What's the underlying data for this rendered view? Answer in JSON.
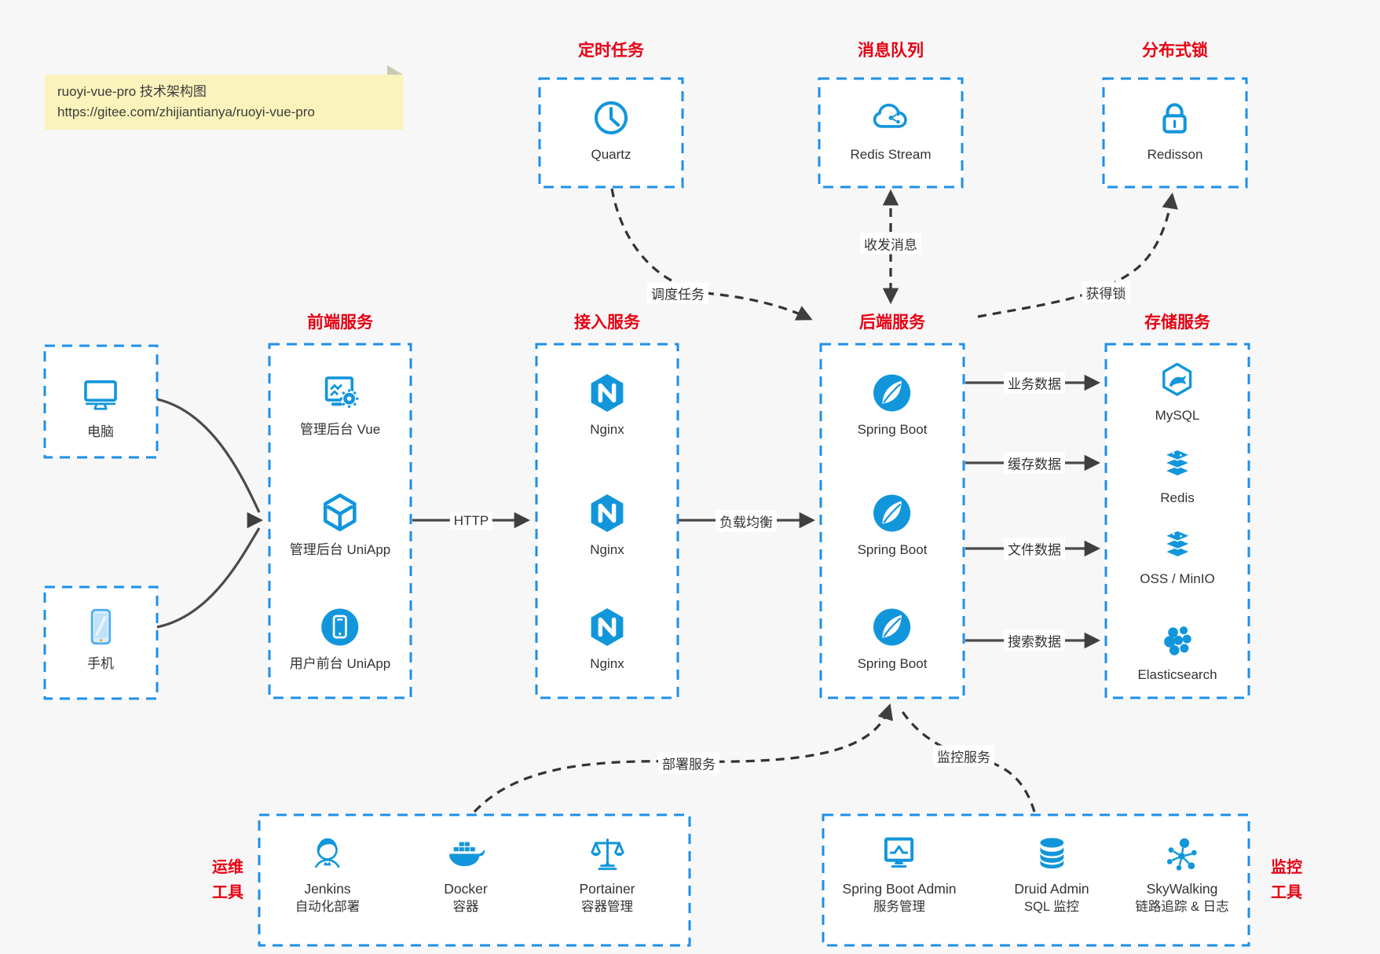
{
  "colors": {
    "icon_blue": "#1296db",
    "border_blue": "#1e8fea",
    "label_red": "#e60012",
    "arrow_grey": "#4a4a4a",
    "note_yellow": "#faf3bb"
  },
  "note": {
    "line1": "ruoyi-vue-pro 技术架构图",
    "line2": "https://gitee.com/zhijiantianya/ruoyi-vue-pro"
  },
  "top_groups": [
    {
      "title": "定时任务",
      "item": {
        "label": "Quartz",
        "icon": "clock-icon"
      }
    },
    {
      "title": "消息队列",
      "item": {
        "label": "Redis Stream",
        "icon": "cloud-stream-icon"
      }
    },
    {
      "title": "分布式锁",
      "item": {
        "label": "Redisson",
        "icon": "lock-icon"
      }
    }
  ],
  "clients": [
    {
      "label": "电脑",
      "icon": "desktop-icon"
    },
    {
      "label": "手机",
      "icon": "mobile-icon"
    }
  ],
  "columns": [
    {
      "title": "前端服务",
      "items": [
        {
          "label": "管理后台 Vue",
          "icon": "admin-vue-icon"
        },
        {
          "label": "管理后台 UniApp",
          "icon": "uniapp-cube-icon"
        },
        {
          "label": "用户前台 UniApp",
          "icon": "user-app-icon"
        }
      ]
    },
    {
      "title": "接入服务",
      "items": [
        {
          "label": "Nginx",
          "icon": "nginx-icon"
        },
        {
          "label": "Nginx",
          "icon": "nginx-icon"
        },
        {
          "label": "Nginx",
          "icon": "nginx-icon"
        }
      ]
    },
    {
      "title": "后端服务",
      "items": [
        {
          "label": "Spring Boot",
          "icon": "spring-icon"
        },
        {
          "label": "Spring Boot",
          "icon": "spring-icon"
        },
        {
          "label": "Spring Boot",
          "icon": "spring-icon"
        }
      ]
    },
    {
      "title": "存储服务",
      "items": [
        {
          "label": "MySQL",
          "icon": "mysql-icon"
        },
        {
          "label": "Redis",
          "icon": "redis-stack-icon"
        },
        {
          "label": "OSS / MinIO",
          "icon": "oss-stack-icon"
        },
        {
          "label": "Elasticsearch",
          "icon": "elasticsearch-icon"
        }
      ]
    }
  ],
  "bottom_groups": [
    {
      "side_label": {
        "line1": "运维",
        "line2": "工具"
      },
      "items": [
        {
          "name": "Jenkins",
          "desc": "自动化部署",
          "icon": "jenkins-icon"
        },
        {
          "name": "Docker",
          "desc": "容器",
          "icon": "docker-icon"
        },
        {
          "name": "Portainer",
          "desc": "容器管理",
          "icon": "portainer-icon"
        }
      ]
    },
    {
      "side_label": {
        "line1": "监控",
        "line2": "工具"
      },
      "items": [
        {
          "name": "Spring Boot Admin",
          "desc": "服务管理",
          "icon": "sba-icon"
        },
        {
          "name": "Druid Admin",
          "desc": "SQL 监控",
          "icon": "druid-icon"
        },
        {
          "name": "SkyWalking",
          "desc": "链路追踪 & 日志",
          "icon": "skywalking-icon"
        }
      ]
    }
  ],
  "edges": {
    "http": "HTTP",
    "load_balance": "负载均衡",
    "business": "业务数据",
    "cache": "缓存数据",
    "file": "文件数据",
    "search": "搜索数据",
    "schedule": "调度任务",
    "message": "收发消息",
    "lock": "获得锁",
    "deploy": "部署服务",
    "monitor": "监控服务"
  }
}
